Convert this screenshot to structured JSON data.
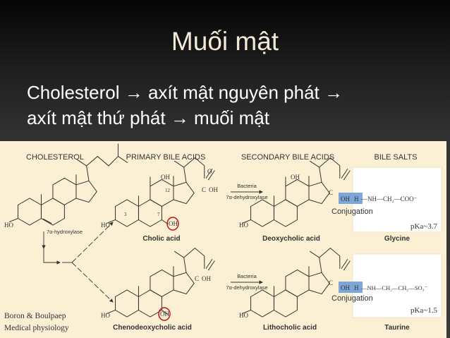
{
  "slide": {
    "title": "Muối mật",
    "line1": "Cholesterol → axít mật nguyên phát →",
    "line2": "axít mật thứ phát → muối mật"
  },
  "diagram": {
    "headers": [
      "CHOLESTEROL",
      "PRIMARY BILE ACIDS",
      "SECONDARY BILE ACIDS",
      "BILE SALTS"
    ],
    "enzyme_hydroxylase": "7α-hydroxylase",
    "bacteria": "Bacteria",
    "enzyme_dehydroxylase": "7α-dehydroxylase",
    "conjugation": "Conjugation",
    "compounds": {
      "cholic": "Cholic acid",
      "deoxycholic": "Deoxycholic acid",
      "chenodeoxycholic": "Chenodeoxycholic acid",
      "lithocholic": "Lithocholic acid",
      "glycine": "Glycine",
      "taurine": "Taurine"
    },
    "atoms": {
      "oh": "OH",
      "ho": "HO",
      "c": "C",
      "o": "O",
      "h": "H",
      "c3": "3",
      "c7": "7",
      "c12": "12"
    },
    "glycine_chain": "—NH—CH₂—COO⁻",
    "taurine_chain": "—NH—CH₂—CH₂—SO₃⁻",
    "pka_glycine": "pKa~3.7",
    "pka_taurine": "pKa~1.5",
    "credit_line1": "Boron & Boulpaep",
    "credit_line2": "Medical physiology",
    "colors": {
      "highlight": "#7fa6d8",
      "circle": "#c0141a",
      "panel": "#fcf0d4"
    }
  }
}
